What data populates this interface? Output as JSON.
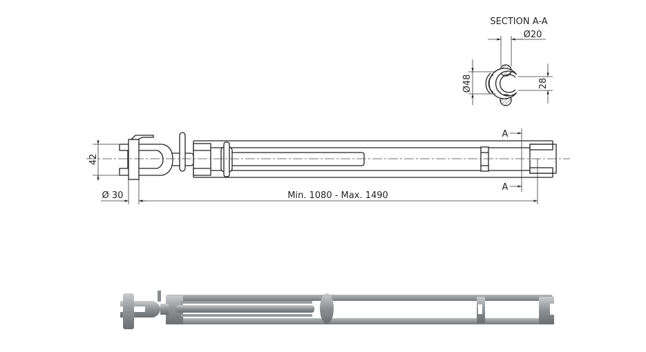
{
  "section": {
    "title": "SECTION A-A",
    "dim_rod_diameter": "Ø20",
    "dim_outer_diameter": "Ø48",
    "dim_opening": "28"
  },
  "elevation": {
    "dim_clevis_width": "42",
    "dim_pin_diameter": "Ø 30",
    "dim_length": "Min. 1080 - Max. 1490",
    "section_marker_top": "A",
    "section_marker_bottom": "A"
  }
}
